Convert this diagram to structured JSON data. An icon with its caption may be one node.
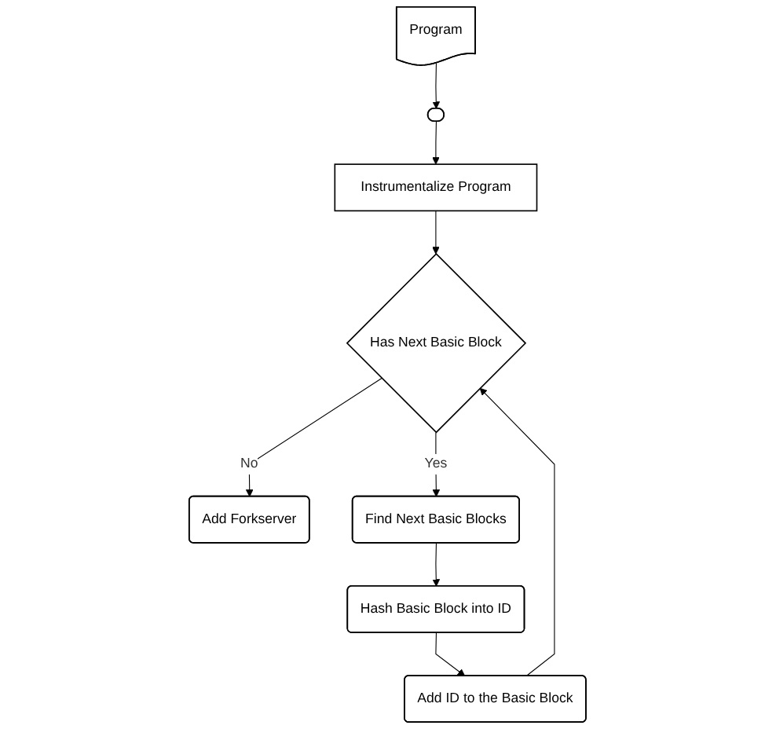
{
  "diagram": {
    "nodes": [
      {
        "text": [
          "Program"
        ]
      },
      {
        "text": [],
        "shape": "box"
      },
      {
        "text": [
          "Instrumentalize Program"
        ]
      },
      {
        "text": [
          "Has Next Basic Block"
        ]
      },
      {
        "text": [
          "Add Forkserver"
        ]
      },
      {
        "text": [
          "Add ID to the Basic Block"
        ]
      },
      {
        "text": [
          "Find Next Basic Blocks"
        ]
      },
      {
        "text": [
          "Hash Basic Block into ID"
        ]
      }
    ],
    "edges": [
      {
        "from": 0,
        "to": 1,
        "arrow": "to"
      },
      {
        "from": 1,
        "to": 2,
        "arrow": "to"
      },
      {
        "from": 2,
        "to": 3,
        "arrow": "to"
      },
      {
        "from": 3,
        "to": 4,
        "arrow": "to",
        "label": "No"
      },
      {
        "from": 3,
        "to": 6,
        "arrow": "to",
        "label": "Yes"
      },
      {
        "from": 6,
        "to": 7,
        "arrow": "to"
      },
      {
        "from": 7,
        "to": 5,
        "arrow": "to"
      },
      {
        "from": 5,
        "to": 3,
        "arrow": "to"
      }
    ]
  }
}
